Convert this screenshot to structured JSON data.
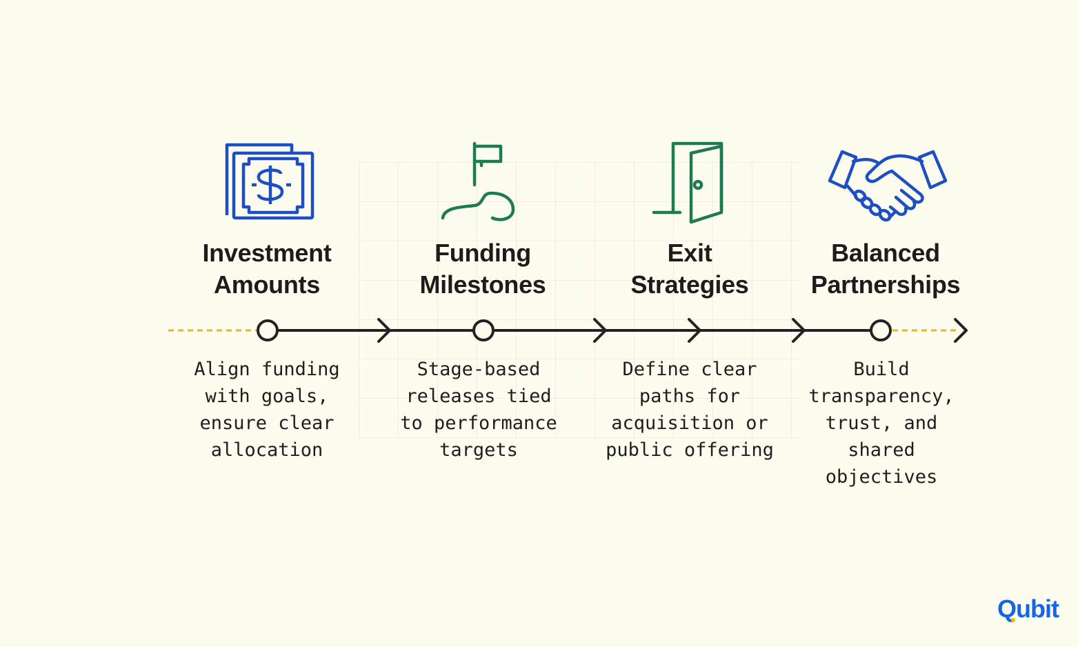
{
  "colors": {
    "background": "#fdfcee",
    "blue": "#1d4fc4",
    "green": "#1e7a52",
    "timeline": "#222222",
    "dashes": "#e2b82a"
  },
  "stages": [
    {
      "icon": "money-bill-icon",
      "title_lines": [
        "Investment",
        "Amounts"
      ],
      "desc_lines": [
        "Align funding",
        "with goals,",
        "ensure clear",
        "allocation"
      ]
    },
    {
      "icon": "flag-hill-icon",
      "title_lines": [
        "Funding",
        "Milestones"
      ],
      "desc_lines": [
        "Stage-based",
        "releases tied",
        "to performance",
        "targets"
      ]
    },
    {
      "icon": "open-door-icon",
      "title_lines": [
        "Exit",
        "Strategies"
      ],
      "desc_lines": [
        "Define clear",
        "paths for",
        "acquisition or",
        "public offering"
      ]
    },
    {
      "icon": "handshake-icon",
      "title_lines": [
        "Balanced",
        "Partnerships"
      ],
      "desc_lines": [
        "Build",
        "transparency,",
        "trust, and",
        "shared",
        "objectives"
      ]
    }
  ],
  "brand": {
    "logo_text": "Qubit"
  }
}
